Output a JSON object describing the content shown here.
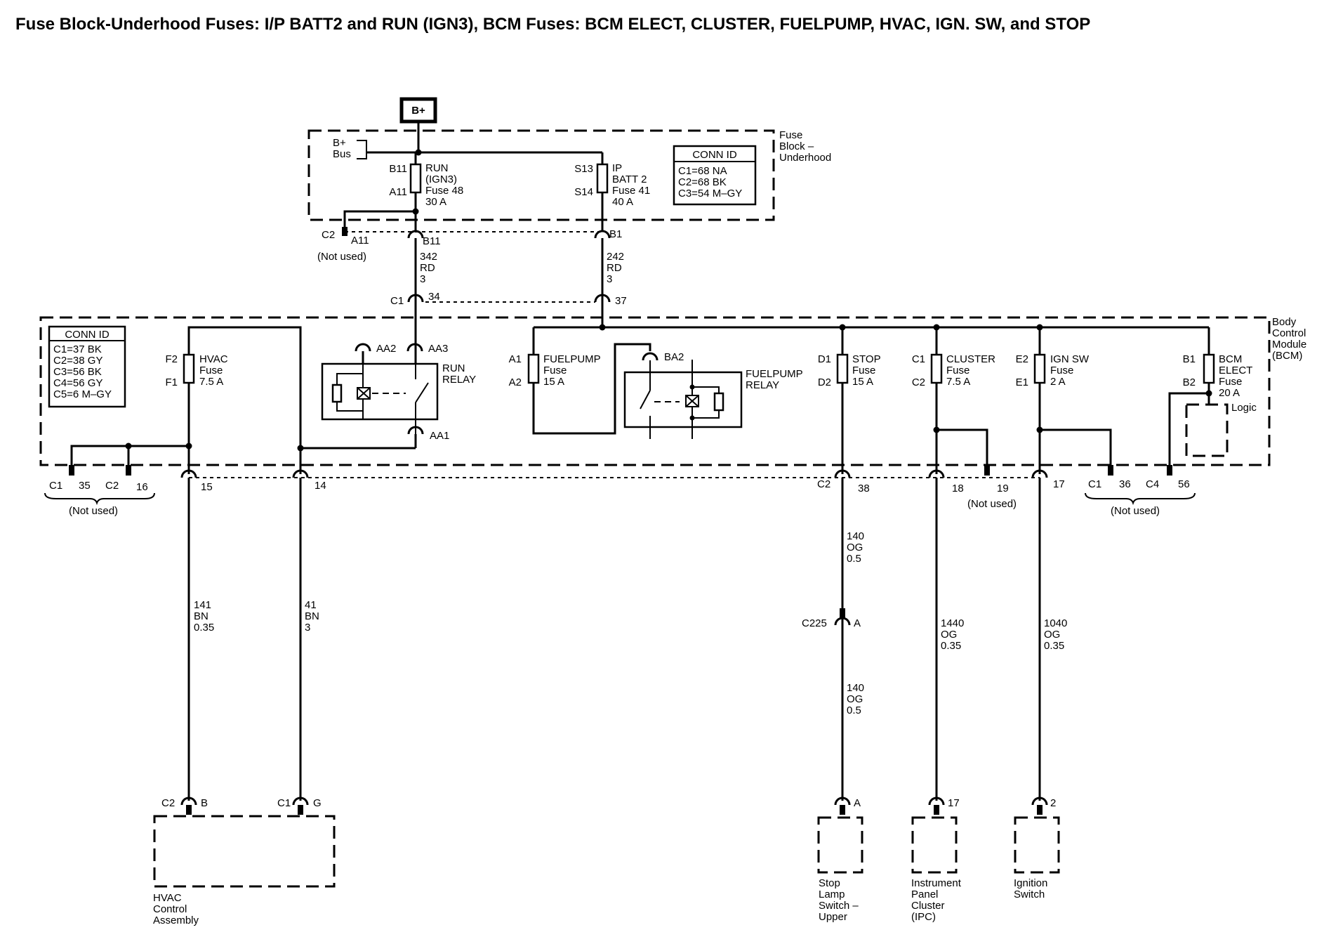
{
  "title": "Fuse Block-Underhood Fuses: I/P BATT2 and RUN (IGN3), BCM Fuses: BCM ELECT, CLUSTER, FUELPUMP, HVAC, IGN. SW, and STOP",
  "bplus_box": "B+",
  "underhood": {
    "label": [
      "Fuse",
      "Block –",
      "Underhood"
    ],
    "bus_label": [
      "B+",
      "Bus"
    ],
    "conn_id_title": "CONN ID",
    "conn_ids": [
      "C1=68 NA",
      "C2=68 BK",
      "C3=54 M–GY"
    ],
    "fuse_run": {
      "pin_top": "B11",
      "pin_bottom": "A11",
      "lines": [
        "RUN",
        "(IGN3)",
        "Fuse 48",
        "30 A"
      ]
    },
    "fuse_ip": {
      "pin_top": "S13",
      "pin_bottom": "S14",
      "lines": [
        "IP",
        "BATT 2",
        "Fuse 41",
        "40 A"
      ]
    },
    "conn_c2": "C2",
    "pin_a11": "A11",
    "pin_b11": "B11",
    "pin_b1": "B1",
    "not_used": "(Not used)"
  },
  "wires_top": {
    "w342": [
      "342",
      "RD",
      "3"
    ],
    "w242": [
      "242",
      "RD",
      "3"
    ]
  },
  "bcm_entry": {
    "conn": "C1",
    "pin34": "34",
    "pin37": "37"
  },
  "bcm": {
    "label": [
      "Body",
      "Control",
      "Module",
      "(BCM)"
    ],
    "conn_id_title": "CONN ID",
    "conn_ids": [
      "C1=37 BK",
      "C2=38 GY",
      "C3=56 BK",
      "C4=56 GY",
      "C5=6 M–GY"
    ],
    "fuse_hvac": {
      "pin_top": "F2",
      "pin_bottom": "F1",
      "lines": [
        "HVAC",
        "Fuse",
        "7.5 A"
      ]
    },
    "run_relay": {
      "pin_aa2": "AA2",
      "pin_aa3": "AA3",
      "pin_aa1": "AA1",
      "lines": [
        "RUN",
        "RELAY"
      ]
    },
    "fuse_fuelpump": {
      "pin_top": "A1",
      "pin_bottom": "A2",
      "lines": [
        "FUELPUMP",
        "Fuse",
        "15 A"
      ]
    },
    "fuelpump_relay": {
      "pin_ba2": "BA2",
      "lines": [
        "FUELPUMP",
        "RELAY"
      ]
    },
    "fuse_stop": {
      "pin_top": "D1",
      "pin_bottom": "D2",
      "lines": [
        "STOP",
        "Fuse",
        "15 A"
      ]
    },
    "fuse_cluster": {
      "pin_top": "C1",
      "pin_bottom": "C2",
      "lines": [
        "CLUSTER",
        "Fuse",
        "7.5 A"
      ]
    },
    "fuse_ignsw": {
      "pin_top": "E2",
      "pin_bottom": "E1",
      "lines": [
        "IGN SW",
        "Fuse",
        "2 A"
      ]
    },
    "fuse_bcm": {
      "pin_top": "B1",
      "pin_bottom": "B2",
      "lines": [
        "BCM",
        "ELECT",
        "Fuse",
        "20 A"
      ]
    },
    "logic": "Logic"
  },
  "bottom_conn": {
    "c1": "C1",
    "p35": "35",
    "c2": "C2",
    "p16": "16",
    "p15": "15",
    "p14": "14",
    "c2b": "C2",
    "p38": "38",
    "p18": "18",
    "p19": "19",
    "p17": "17",
    "c1b": "C1",
    "p36": "36",
    "c4": "C4",
    "p56": "56",
    "not_used": "(Not used)"
  },
  "wires_bottom": {
    "w141": [
      "141",
      "BN",
      "0.35"
    ],
    "w41": [
      "41",
      "BN",
      "3"
    ],
    "w140a": [
      "140",
      "OG",
      "0.5"
    ],
    "w140b": [
      "140",
      "OG",
      "0.5"
    ],
    "w1440": [
      "1440",
      "OG",
      "0.35"
    ],
    "w1040": [
      "1040",
      "OG",
      "0.35"
    ]
  },
  "c225": {
    "conn": "C225",
    "pin": "A"
  },
  "components": {
    "hvac": {
      "c2": "C2",
      "pinB": "B",
      "c1": "C1",
      "pinG": "G",
      "label": [
        "HVAC",
        "Control",
        "Assembly"
      ]
    },
    "stop_switch": {
      "pin": "A",
      "label": [
        "Stop",
        "Lamp",
        "Switch –",
        "Upper"
      ]
    },
    "ipc": {
      "pin": "17",
      "label": [
        "Instrument",
        "Panel",
        "Cluster",
        "(IPC)"
      ]
    },
    "ignition": {
      "pin": "2",
      "label": [
        "Ignition",
        "Switch"
      ]
    }
  }
}
